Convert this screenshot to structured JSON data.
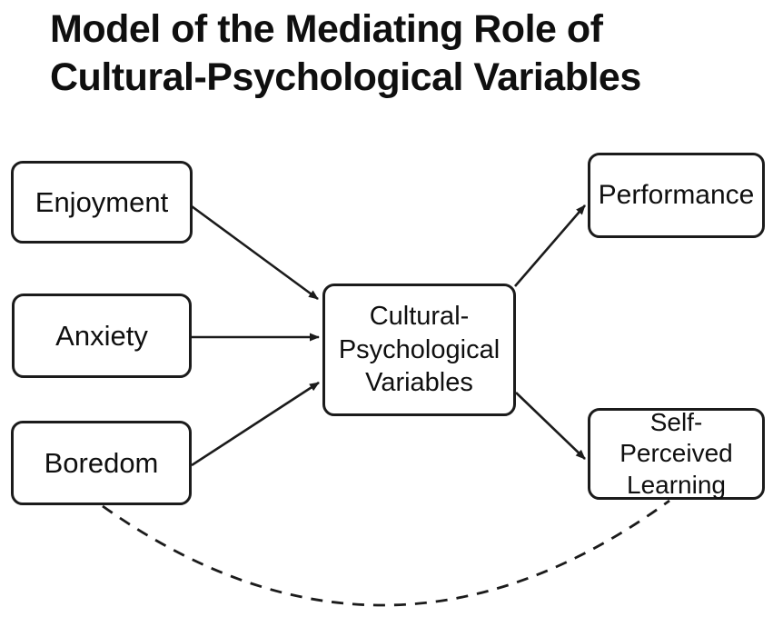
{
  "title": {
    "line1": "Model of the Mediating Role of",
    "line2": "Cultural-Psychological Variables"
  },
  "nodes": {
    "enjoyment": {
      "label": "Enjoyment"
    },
    "anxiety": {
      "label": "Anxiety"
    },
    "boredom": {
      "label": "Boredom"
    },
    "mediator": {
      "label": "Cultural-Psychological Variables"
    },
    "performance": {
      "label": "Performance"
    },
    "self_perceived_learning": {
      "label": "Self-Perceived Learning"
    }
  },
  "edges": [
    {
      "from": "Enjoyment",
      "to": "Cultural-Psychological Variables",
      "style": "solid-arrow"
    },
    {
      "from": "Anxiety",
      "to": "Cultural-Psychological Variables",
      "style": "solid-arrow"
    },
    {
      "from": "Boredom",
      "to": "Cultural-Psychological Variables",
      "style": "solid-arrow"
    },
    {
      "from": "Cultural-Psychological Variables",
      "to": "Performance",
      "style": "solid-arrow"
    },
    {
      "from": "Cultural-Psychological Variables",
      "to": "Self-Perceived Learning",
      "style": "solid-arrow"
    },
    {
      "from": "Boredom",
      "to": "Self-Perceived Learning",
      "style": "dashed-curve-no-arrow"
    }
  ],
  "colors": {
    "background": "#ffffff",
    "stroke": "#1b1b1b",
    "text": "#0f0f0f"
  }
}
